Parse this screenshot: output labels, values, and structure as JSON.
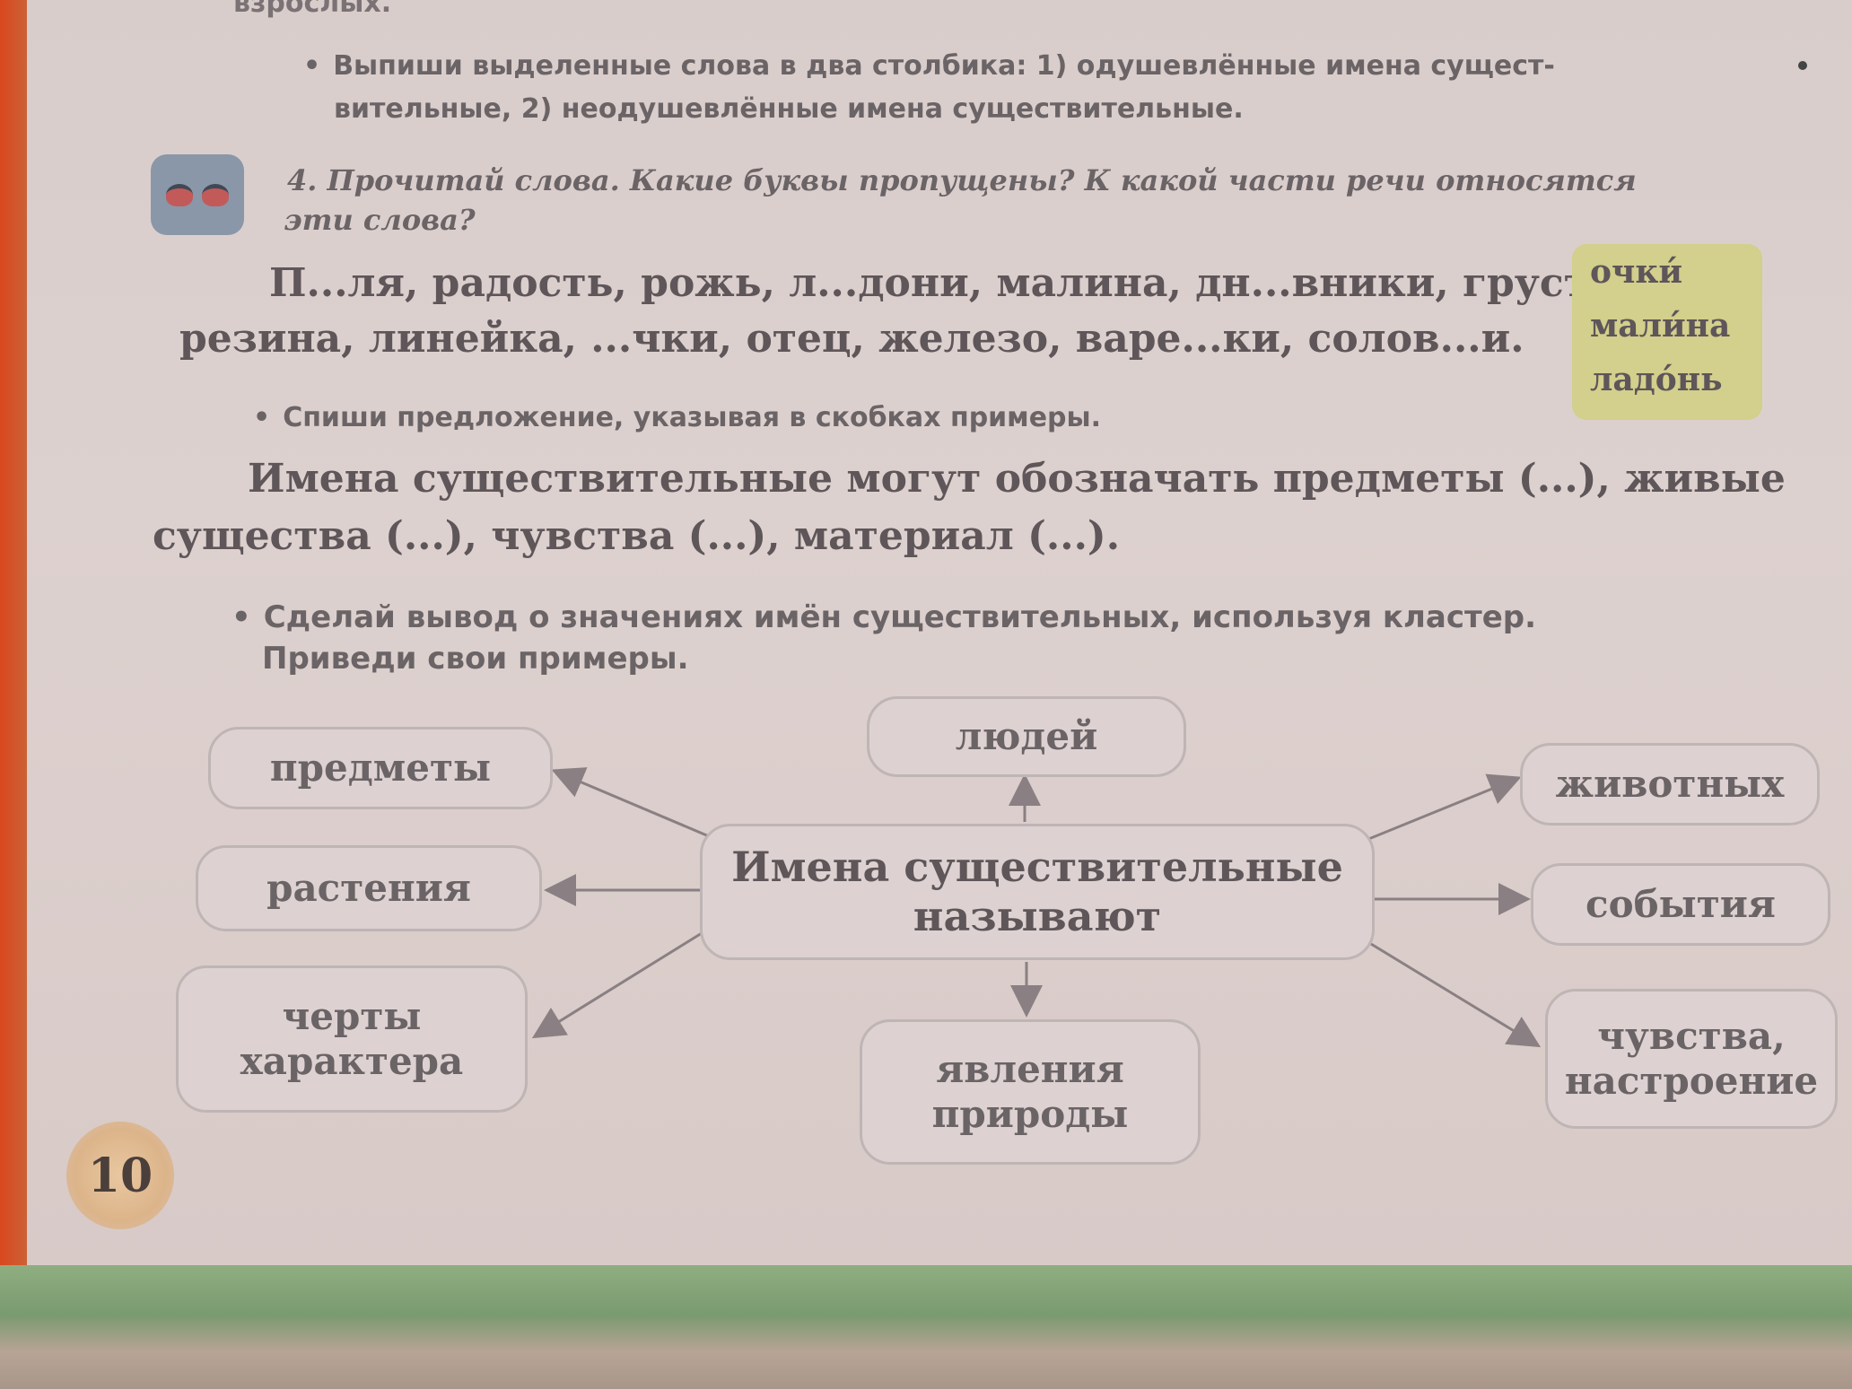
{
  "top_fragment": "взрослых.",
  "bullet_1_line1": "Выпиши выделенные слова в два столбика: 1) одушевлённые имена сущест-",
  "bullet_1_line2": "вительные, 2) неодушевлённые имена существительные.",
  "task_4_line1": "4. Прочитай слова. Какие буквы пропущены? К какой части речи относятся",
  "task_4_line2": "эти слова?",
  "words_line1": "П...ля, радость, рожь, л...дони, малина, дн...вники, грусть,",
  "words_line2": "резина, линейка, ...чки, отец, железо, варе...ки, солов...и.",
  "side_words": [
    "очки́",
    "мали́на",
    "ладо́нь"
  ],
  "bullet_2": "Спиши предложение, указывая в скобках примеры.",
  "sentence_line1": "Имена существительные могут обозначать предметы (...), живые",
  "sentence_line2": "существа (...), чувства (...), материал (...).",
  "bullet_3_line1": "Сделай вывод о значениях имён существительных, используя кластер.",
  "bullet_3_line2": "Приведи свои примеры.",
  "cluster": {
    "center": "Имена существительные называют",
    "nodes": {
      "predmety": "предметы",
      "lyudei": "людей",
      "zhivotnykh": "животных",
      "rasteniya": "растения",
      "sobytiya": "события",
      "cherty": "черты характера",
      "yavleniya": "явления природы",
      "chuvstva": "чувства, настроение"
    }
  },
  "page_number": "10"
}
